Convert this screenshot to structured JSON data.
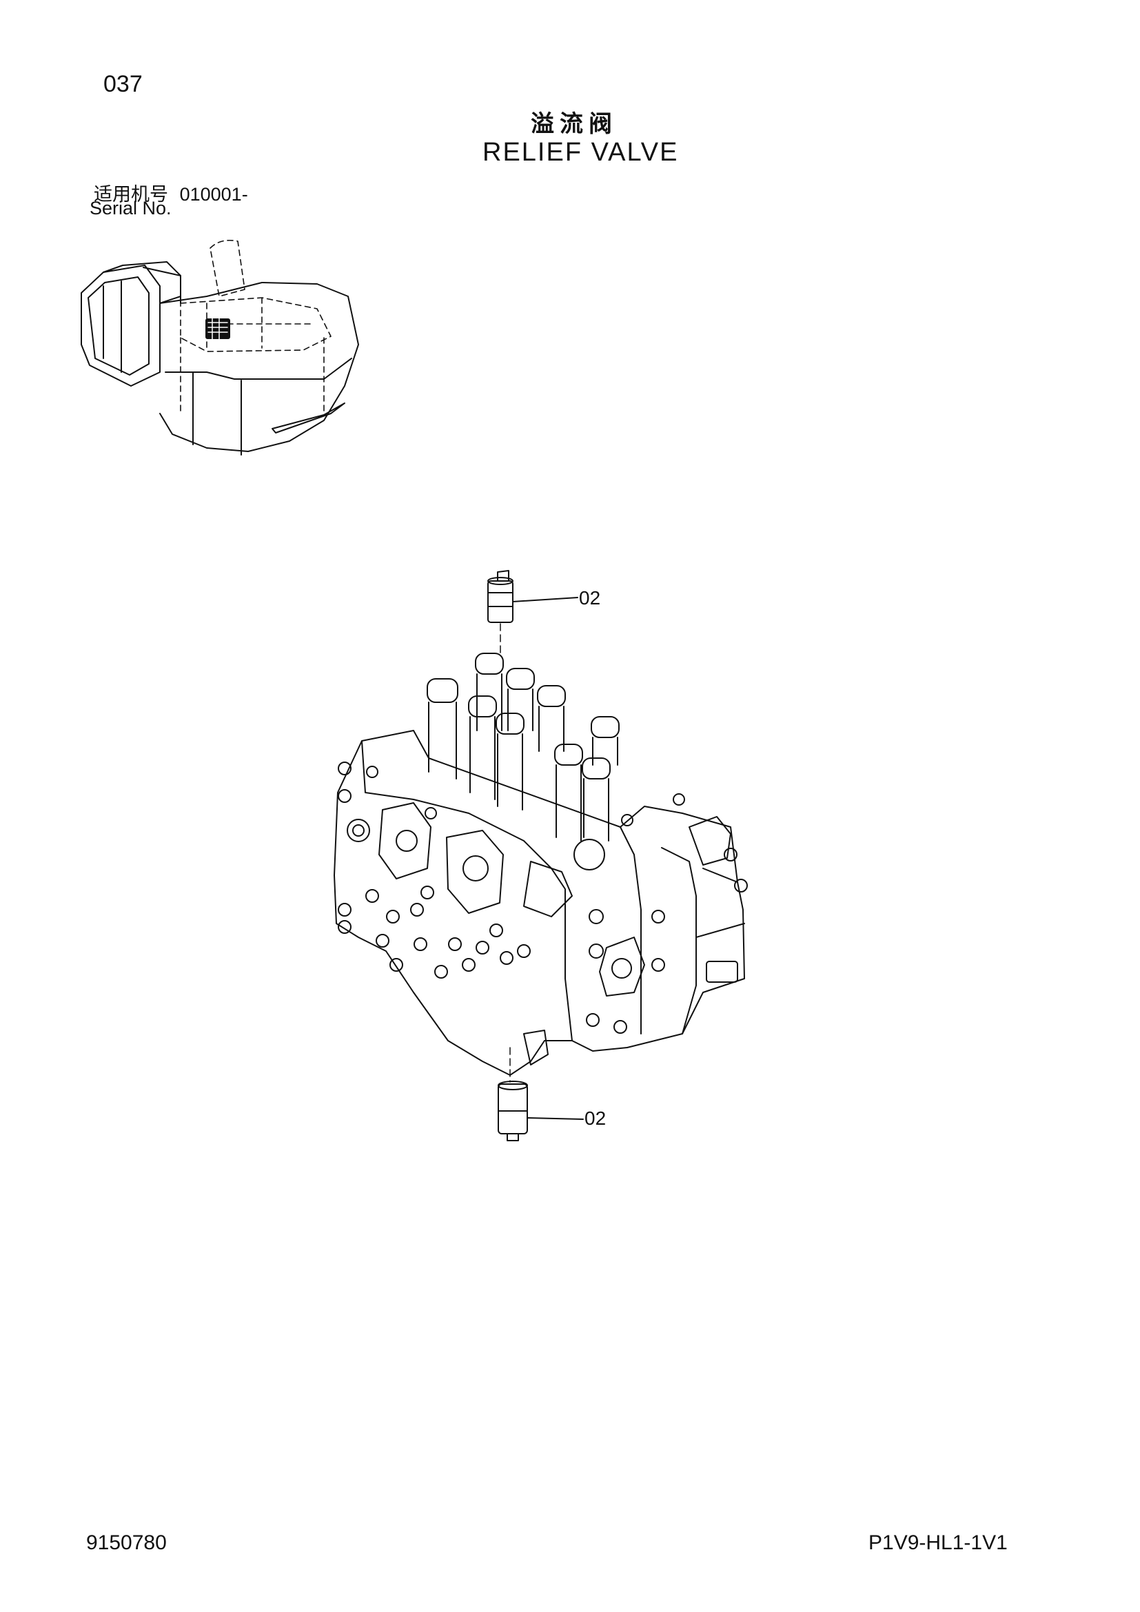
{
  "page": {
    "number": "037"
  },
  "title": {
    "chinese": "溢流阀",
    "english": "RELIEF  VALVE"
  },
  "serial": {
    "chinese_label": "适用机号",
    "start": "010001-",
    "english_label": "Serial No."
  },
  "callouts": {
    "top_part": "02",
    "bottom_part": "02"
  },
  "footer": {
    "doc_number": "9150780",
    "catalog_code": "P1V9-HL1-1V1"
  }
}
